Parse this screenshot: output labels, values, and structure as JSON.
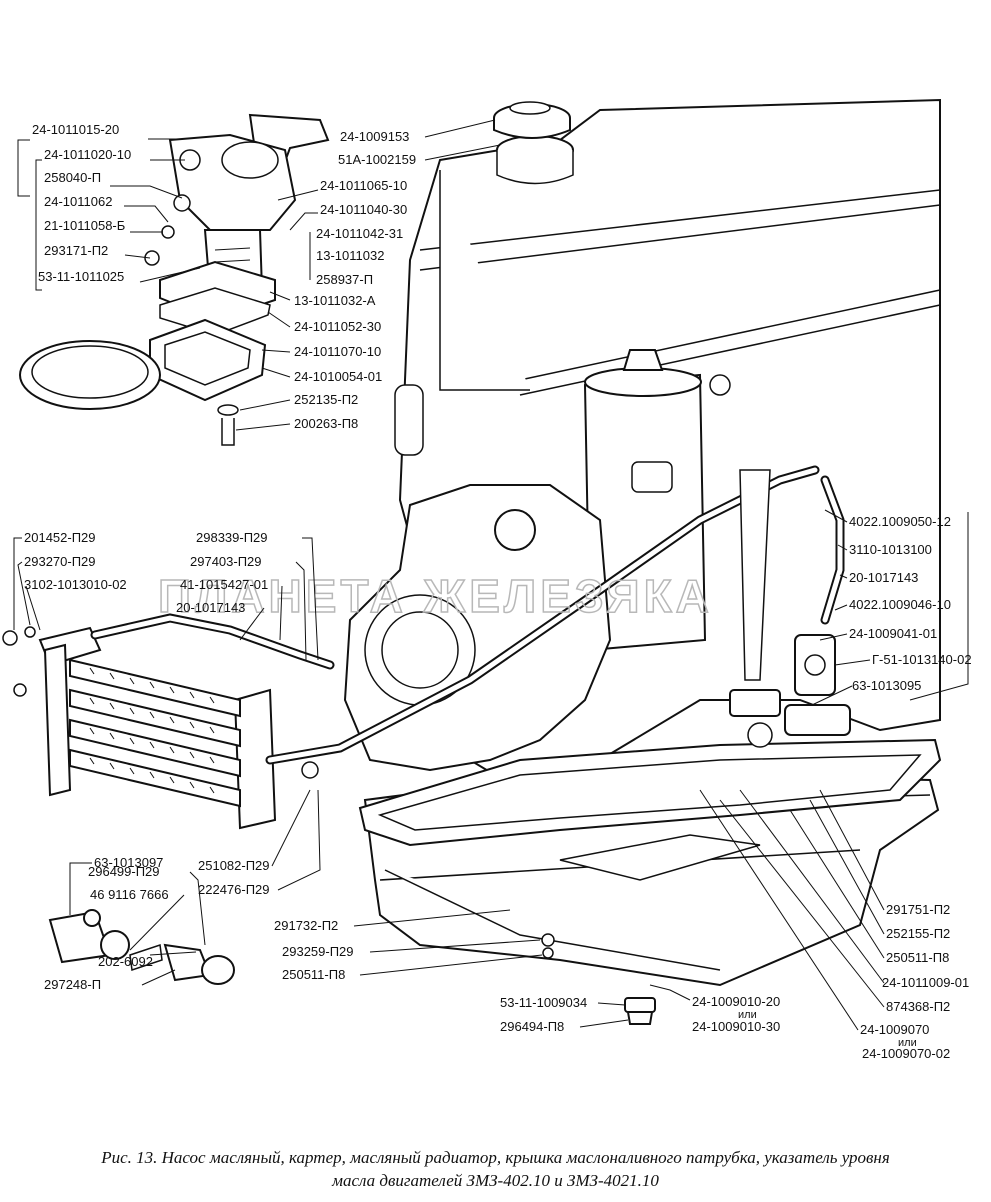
{
  "watermark": "ПЛАНЕТА ЖЕЛЕЗЯКА",
  "caption": {
    "line1": "Рис. 13. Насос масляный, картер, масляный радиатор, крышка маслоналивного патрубка, указатель уровня",
    "line2": "масла двигателей ЗМЗ-402.10 и ЗМЗ-4021.10"
  },
  "labels": {
    "pump_1": "24-1011015-20",
    "pump_2": "24-1011020-10",
    "pump_3": "258040-П",
    "pump_4": "24-1011062",
    "pump_5": "21-1011058-Б",
    "pump_6": "293171-П2",
    "pump_7": "53-11-1011025",
    "pump_8": "24-1011065-10",
    "pump_9": "24-1011040-30",
    "pump_10": "24-1011042-31",
    "pump_11": "13-1011032",
    "pump_12": "258937-П",
    "pump_13": "13-1011032-А",
    "pump_14": "24-1011052-30",
    "pump_15": "24-1011070-10",
    "pump_16": "24-1010054-01",
    "pump_17": "252135-П2",
    "pump_18": "200263-П8",
    "cap_1": "24-1009153",
    "cap_2": "51А-1002159",
    "rad_1": "201452-П29",
    "rad_2": "293270-П29",
    "rad_3": "3102-1013010-02",
    "rad_4": "298339-П29",
    "rad_5": "297403-П29",
    "rad_6": "41-1015427-01",
    "rad_7": "20-1017143",
    "rad_8": "251082-П29",
    "rad_9": "222476-П29",
    "hose_1": "4022.1009050-12",
    "hose_2": "3110-1013100",
    "hose_3": "20-1017143",
    "hose_4": "4022.1009046-10",
    "hose_5": "24-1009041-01",
    "hose_6": "Г-51-1013140-02",
    "hose_7": "63-1013095",
    "tee_1": "63-1013097",
    "tee_2": "296499-П29",
    "tee_3": "46 9116 7666",
    "tee_4": "202-6092",
    "tee_5": "297248-П",
    "pan_1": "291732-П2",
    "pan_2": "293259-П29",
    "pan_3": "250511-П8",
    "pan_4": "291751-П2",
    "pan_5": "252155-П2",
    "pan_6": "250511-П8",
    "pan_7": "24-1011009-01",
    "pan_8": "874368-П2",
    "pan_9": "24-1009070",
    "pan_9_or": "или",
    "pan_9b": "24-1009070-02",
    "plug_1": "53-11-1009034",
    "plug_2": "296494-П8",
    "pan_10": "24-1009010-20",
    "pan_10_or": "или",
    "pan_10b": "24-1009010-30"
  }
}
